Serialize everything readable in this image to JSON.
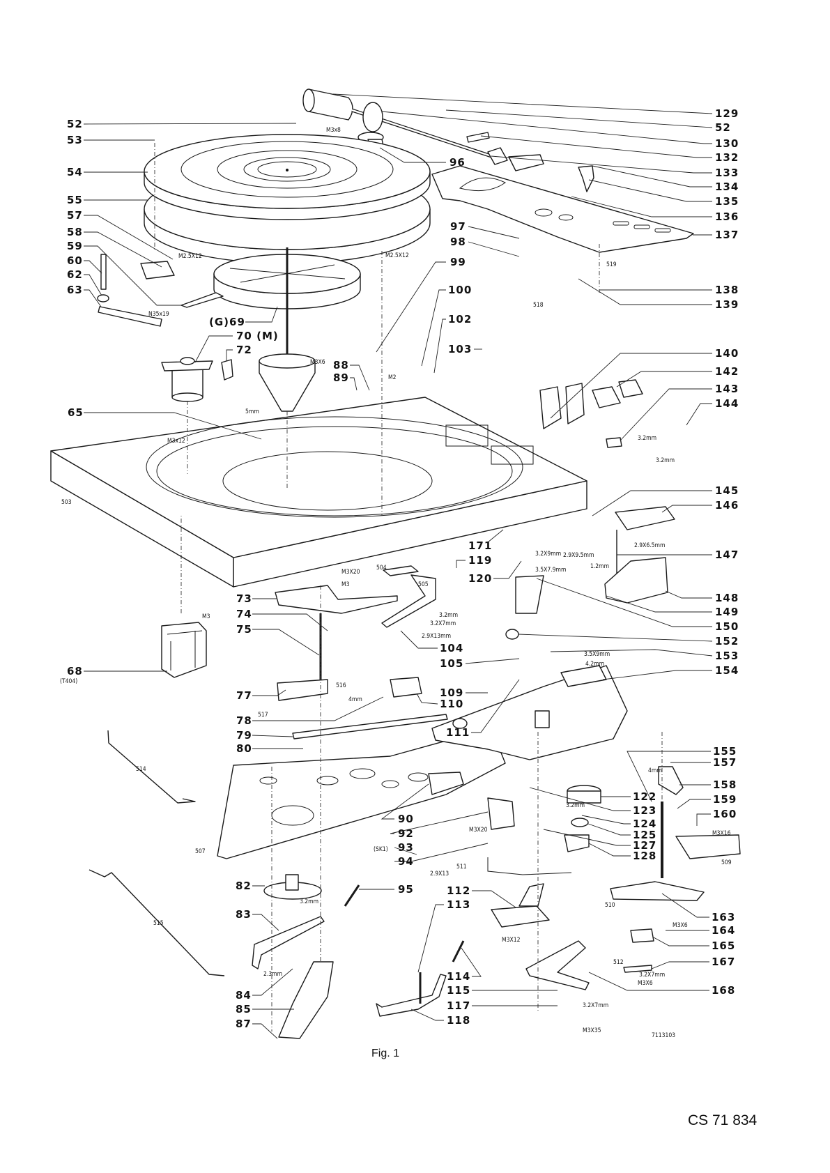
{
  "figure": {
    "caption": "Fig. 1",
    "document_code": "CS 71 834",
    "drawing_number": "7113103"
  },
  "part_numbers": [
    "52",
    "53",
    "54",
    "55",
    "57",
    "58",
    "59",
    "60",
    "62",
    "63",
    "(G)69",
    "70 (M)",
    "72",
    "88",
    "89",
    "96",
    "97",
    "98",
    "99",
    "100",
    "102",
    "103",
    "65",
    "73",
    "74",
    "75",
    "68",
    "77",
    "78",
    "79",
    "80",
    "82",
    "83",
    "84",
    "85",
    "87",
    "95",
    "90",
    "92",
    "93",
    "94",
    "104",
    "105",
    "109",
    "110",
    "111",
    "171",
    "119",
    "120",
    "112",
    "113",
    "114",
    "115",
    "117",
    "118",
    "122",
    "123",
    "124",
    "125",
    "127",
    "128",
    "129",
    "52",
    "130",
    "132",
    "133",
    "134",
    "135",
    "136",
    "137",
    "138",
    "139",
    "140",
    "142",
    "143",
    "144",
    "145",
    "146",
    "147",
    "148",
    "149",
    "150",
    "152",
    "153",
    "154",
    "155",
    "157",
    "158",
    "159",
    "160",
    "163",
    "164",
    "165",
    "167",
    "168"
  ],
  "small_labels": [
    "M3x8",
    "M2.5X12",
    "M2.5X12",
    "N35x19",
    "M3X6",
    "M2",
    "518",
    "519",
    "5mm",
    "M3x12",
    "503",
    "3.2mm",
    "3.2mm",
    "2.9X6.5mm",
    "1.2mm",
    "3.2X9mm",
    "2.9X9.5mm",
    "3.5X7.9mm",
    "M3X20",
    "M3",
    "504",
    "505",
    "3.2mm",
    "3.2X7mm",
    "2.9X13mm",
    "M3",
    "(T404)",
    "516",
    "517",
    "4mm",
    "3.5X9mm",
    "4.2mm",
    "514",
    "507",
    "515",
    "(SK1)",
    "511",
    "2.9X13",
    "M3X20",
    "3.2mm",
    "4mm",
    "M3X16",
    "509",
    "510",
    "M3X6",
    "M3X12",
    "512",
    "3.2X7mm",
    "M3X6",
    "3.2X7mm",
    "M3X35",
    "2.3mm",
    "3.2mm"
  ],
  "colors": {
    "ink": "#1a1a1a",
    "paper": "#ffffff"
  }
}
